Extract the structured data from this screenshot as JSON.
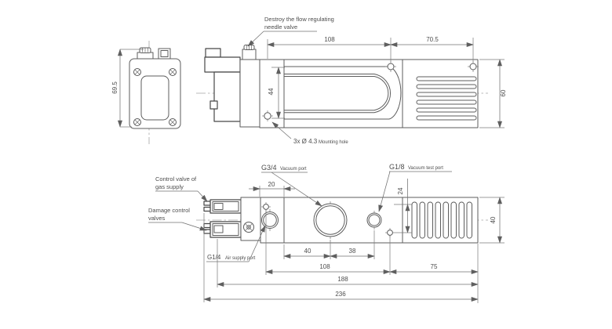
{
  "annotations": {
    "needle_valve": {
      "line1": "Destroy the flow regulating",
      "line2": "needle valve"
    },
    "mounting_hole": {
      "qty_size": "3x Ø 4.3",
      "label": "Mounting hole"
    },
    "vacuum_port": {
      "size": "G3/4",
      "label": "Vacuum port"
    },
    "vacuum_test_port": {
      "size": "G1/8",
      "label": "Vacuum test port"
    },
    "control_valve": {
      "line1": "Control valve of",
      "line2": "gas supply"
    },
    "damage_valves": {
      "line1": "Damage control",
      "line2": "valves"
    },
    "air_supply_port": {
      "size": "G1/4",
      "label": "Air supply port"
    }
  },
  "dimensions": {
    "front_height": "69.5",
    "side_length_left": "108",
    "side_length_right": "70.5",
    "side_slot_height": "44",
    "side_height": "60",
    "top_offset_20": "20",
    "top_offset_24": "24",
    "top_port_spacing_40": "40",
    "top_port_spacing_38": "38",
    "top_hole_spacing_108": "108",
    "top_right_75": "75",
    "top_length_188": "188",
    "top_length_236": "236",
    "top_depth_40": "40"
  },
  "colors": {
    "line": "#5c5c5c",
    "dimension_line": "#707070",
    "centerline": "#a5a5a5",
    "text": "#4d4d4d",
    "background": "#ffffff"
  }
}
